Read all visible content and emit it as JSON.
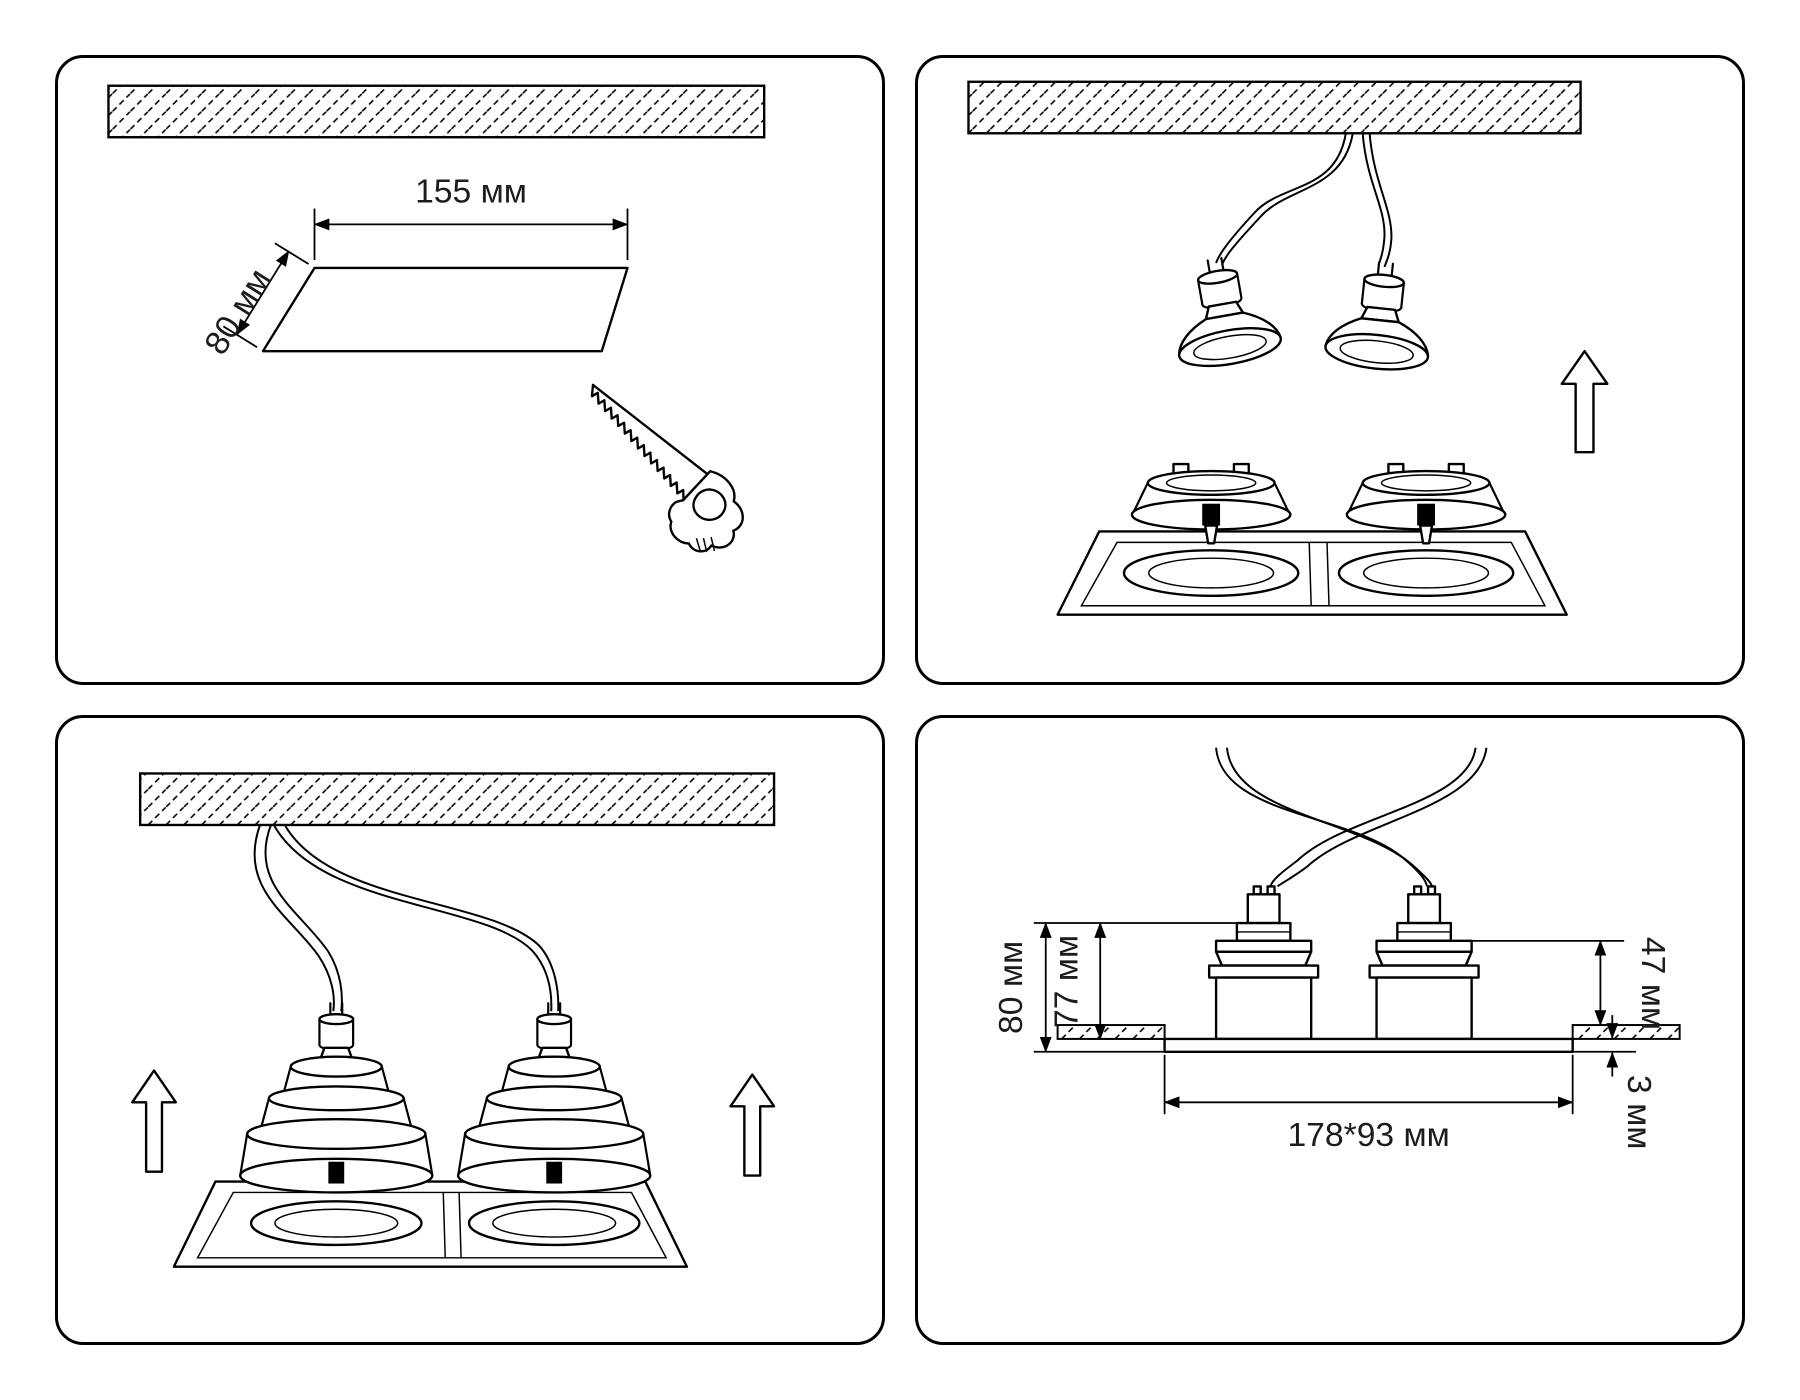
{
  "sheet": {
    "background": "#ffffff",
    "line_color": "#000000",
    "text_color": "#1c1c1c"
  },
  "icons": {
    "saw": "saw-icon",
    "arrow_up": "arrow-up-icon",
    "ceiling": "ceiling-hatch"
  },
  "step1": {
    "hole_width_label": "155 мм",
    "hole_height_label": "80 мм"
  },
  "step4": {
    "overall_height_label": "80 мм",
    "body_height_label": "77 мм",
    "recess_height_label": "47 мм",
    "flange_thickness_label": "3 мм",
    "frame_size_label": "178*93 мм"
  }
}
